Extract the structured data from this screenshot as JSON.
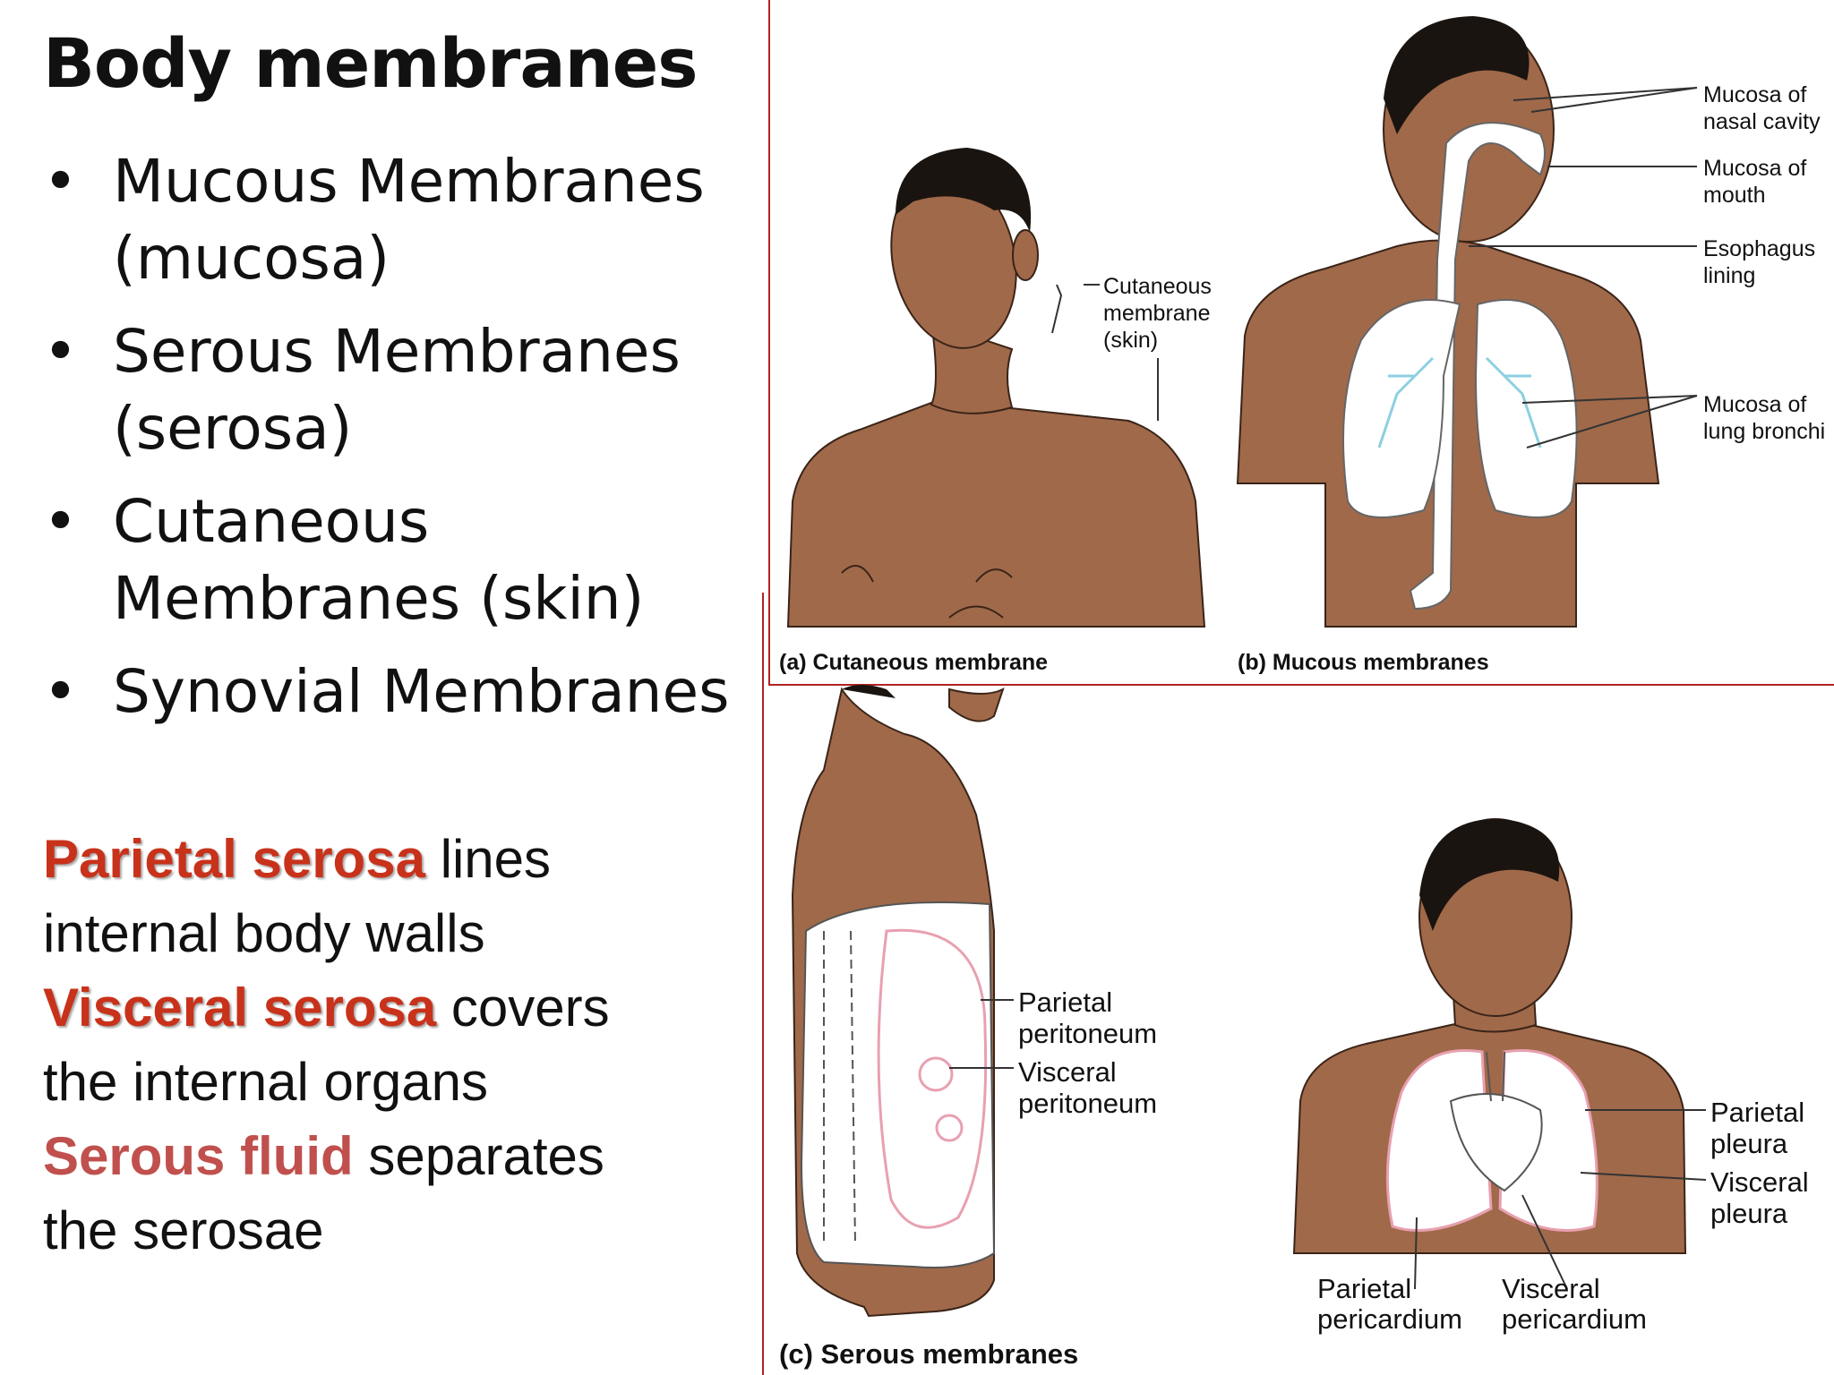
{
  "title": "Body membranes",
  "bullets": [
    {
      "line1": "Mucous Membranes",
      "line2": "(mucosa)"
    },
    {
      "line1": "Serous Membranes",
      "line2": "(serosa)"
    },
    {
      "line1": "Cutaneous",
      "line2": "Membranes (skin)"
    },
    {
      "line1": "Synovial Membranes",
      "line2": ""
    }
  ],
  "bullet_symbol": "•",
  "serosa_text": {
    "parietal_term": "Parietal serosa",
    "parietal_rest1": " lines",
    "parietal_rest2": "internal body walls",
    "visceral_term": "Visceral serosa",
    "visceral_rest1": " covers",
    "visceral_rest2": "the internal organs",
    "fluid_term": "Serous fluid",
    "fluid_rest1": " separates",
    "fluid_rest2": "the serosae"
  },
  "figure": {
    "a": {
      "caption": "(a) Cutaneous membrane",
      "labels": [
        "Cutaneous",
        "membrane",
        "(skin)"
      ]
    },
    "b": {
      "caption": "(b) Mucous membranes",
      "labels": {
        "nasal1": "Mucosa of",
        "nasal2": "nasal cavity",
        "mouth1": "Mucosa of",
        "mouth2": "mouth",
        "eso1": "Esophagus",
        "eso2": "lining",
        "lung1": "Mucosa of",
        "lung2": "lung bronchi"
      }
    },
    "c": {
      "caption": "(c) Serous membranes",
      "labels": {
        "pp1": "Parietal",
        "pp2": "peritoneum",
        "vp1": "Visceral",
        "vp2": "peritoneum",
        "ppl1": "Parietal",
        "ppl2": "pleura",
        "vpl1": "Visceral",
        "vpl2": "pleura",
        "pc1a": "Parietal",
        "pc1b": "pericardium",
        "pc2a": "Visceral",
        "pc2b": "pericardium"
      }
    }
  },
  "colors": {
    "skin": "#a0694a",
    "hair": "#1a1410",
    "accent_red": "#c8321a",
    "serous_pink": "#e8a0b0",
    "mucosa_blue": "#8ccfe0",
    "border": "#b22222"
  }
}
